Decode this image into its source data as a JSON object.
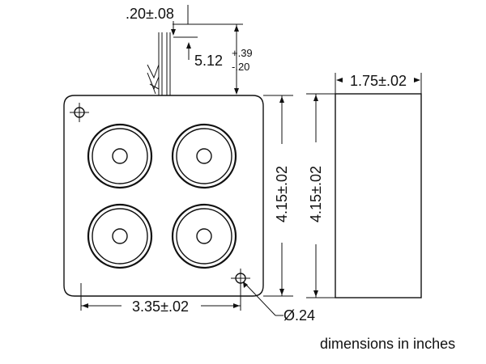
{
  "dimensions": {
    "lead_spacing": ".20±.08",
    "lead_length_base": "5.12",
    "lead_length_plus": "+.39",
    "lead_length_minus": "-.20",
    "depth": "1.75±.02",
    "height_front": "4.15±.02",
    "height_side": "4.15±.02",
    "width": "3.35±.02",
    "hole_diameter": "Ø.24"
  },
  "note": "dimensions in inches"
}
